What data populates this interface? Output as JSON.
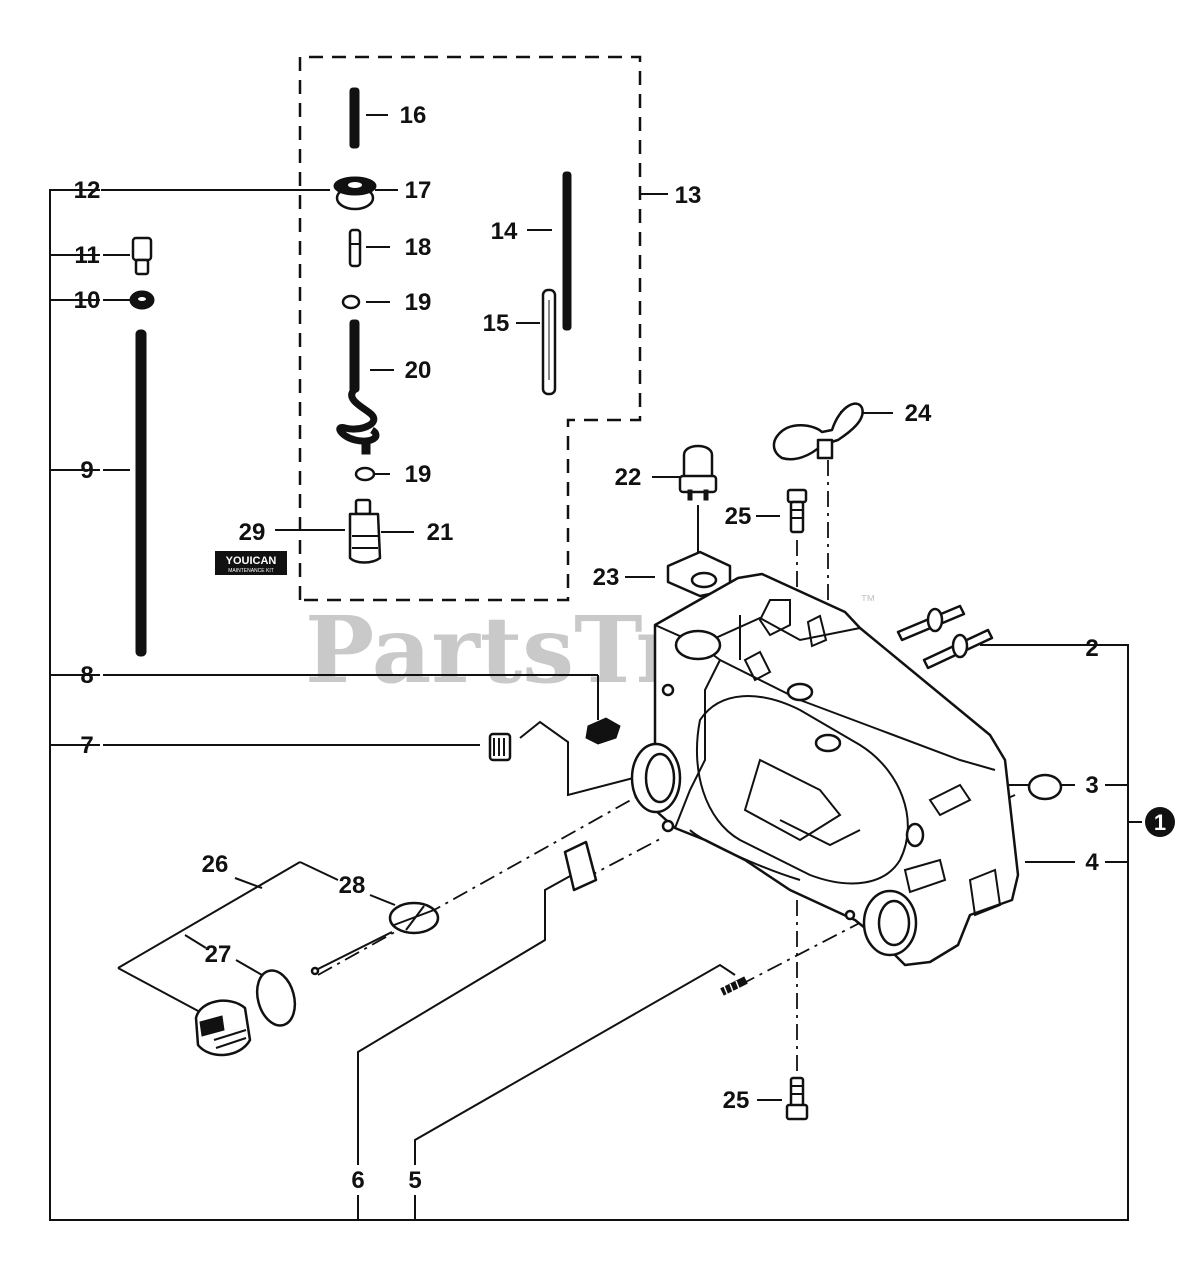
{
  "watermark": {
    "text": "PartsTree",
    "trademark": "™"
  },
  "badge": {
    "text": "YOUICAN",
    "subtext": "MAINTENANCE KIT"
  },
  "assembly_callout": "1",
  "part_labels": {
    "p2": "2",
    "p3": "3",
    "p4": "4",
    "p5": "5",
    "p6": "6",
    "p7": "7",
    "p8": "8",
    "p9": "9",
    "p10": "10",
    "p11": "11",
    "p12": "12",
    "p13": "13",
    "p14": "14",
    "p15": "15",
    "p16": "16",
    "p17": "17",
    "p18": "18",
    "p19a": "19",
    "p19b": "19",
    "p20": "20",
    "p21": "21",
    "p22": "22",
    "p23": "23",
    "p24": "24",
    "p25a": "25",
    "p25b": "25",
    "p26": "26",
    "p27": "27",
    "p28": "28",
    "p29": "29"
  }
}
